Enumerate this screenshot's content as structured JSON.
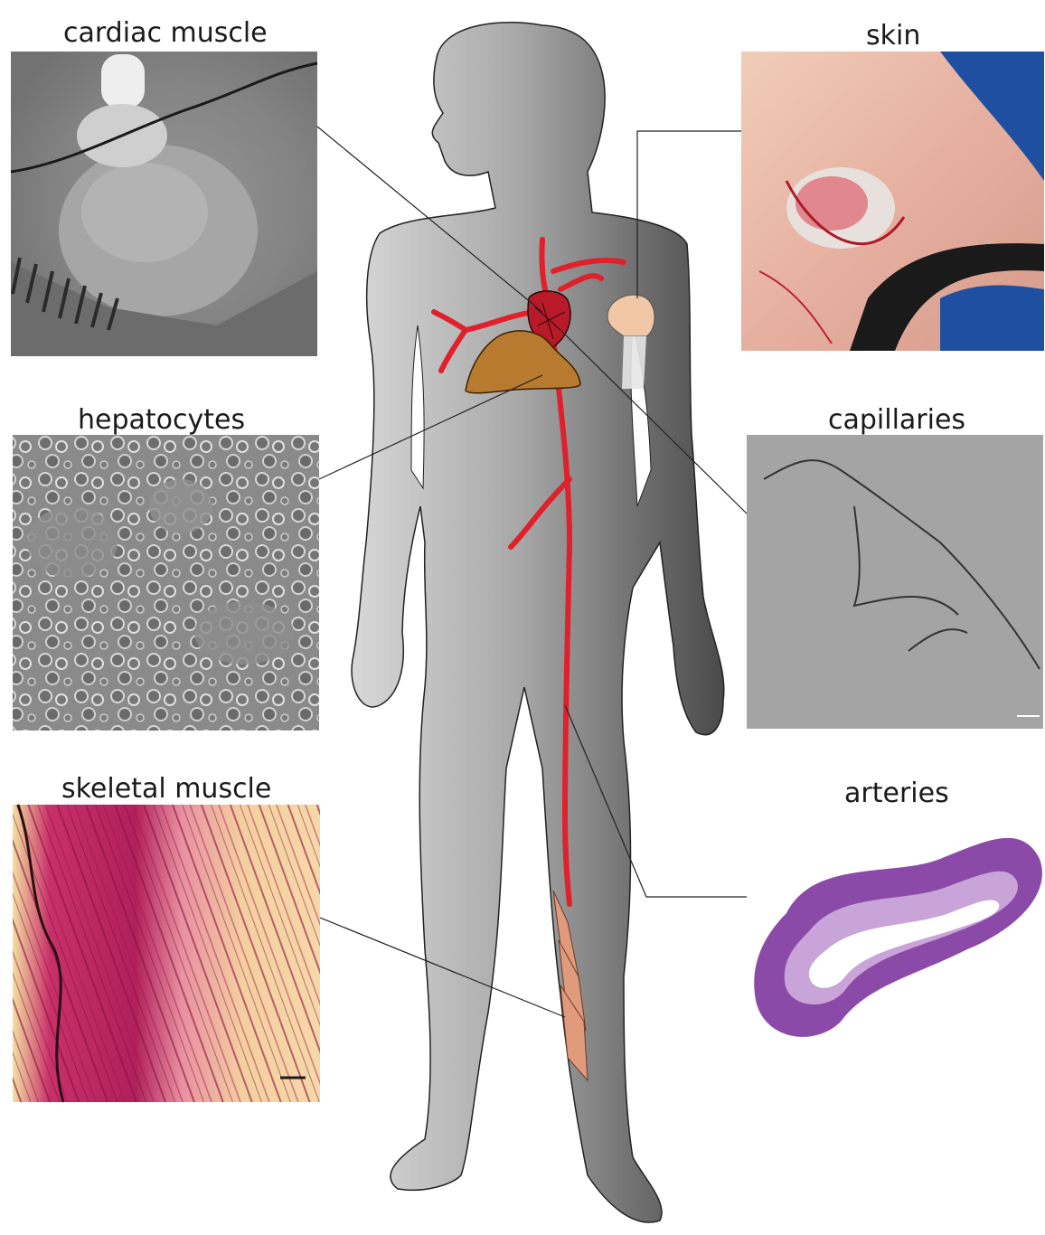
{
  "labels": {
    "cardiac_muscle": "cardiac muscle",
    "skin": "skin",
    "hepatocytes": "hepatocytes",
    "capillaries": "capillaries",
    "skeletal_muscle": "skeletal muscle",
    "arteries": "arteries"
  },
  "colors": {
    "body_silhouette": "#b3b3b3",
    "body_shadow": "#5a5a5a",
    "artery_red": "#e0202a",
    "heart": "#b81a28",
    "liver": "#b87a2e",
    "shoulder_patch": "#f2c7a6",
    "muscle_patch": "#e09a7c",
    "artery_purple": "#8c4aa8"
  }
}
